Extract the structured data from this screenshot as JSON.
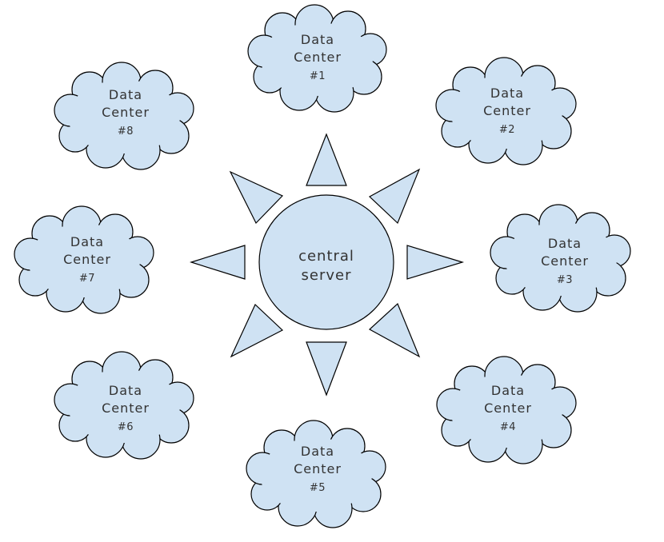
{
  "server": {
    "line1": "central",
    "line2": "server"
  },
  "data_centers": [
    {
      "line1": "Data",
      "line2": "Center",
      "line3": "#1"
    },
    {
      "line1": "Data",
      "line2": "Center",
      "line3": "#2"
    },
    {
      "line1": "Data",
      "line2": "Center",
      "line3": "#3"
    },
    {
      "line1": "Data",
      "line2": "Center",
      "line3": "#4"
    },
    {
      "line1": "Data",
      "line2": "Center",
      "line3": "#5"
    },
    {
      "line1": "Data",
      "line2": "Center",
      "line3": "#6"
    },
    {
      "line1": "Data",
      "line2": "Center",
      "line3": "#7"
    },
    {
      "line1": "Data",
      "line2": "Center",
      "line3": "#8"
    }
  ],
  "colors": {
    "fill": "#cfe2f3",
    "stroke": "#000000",
    "text": "#333333"
  }
}
